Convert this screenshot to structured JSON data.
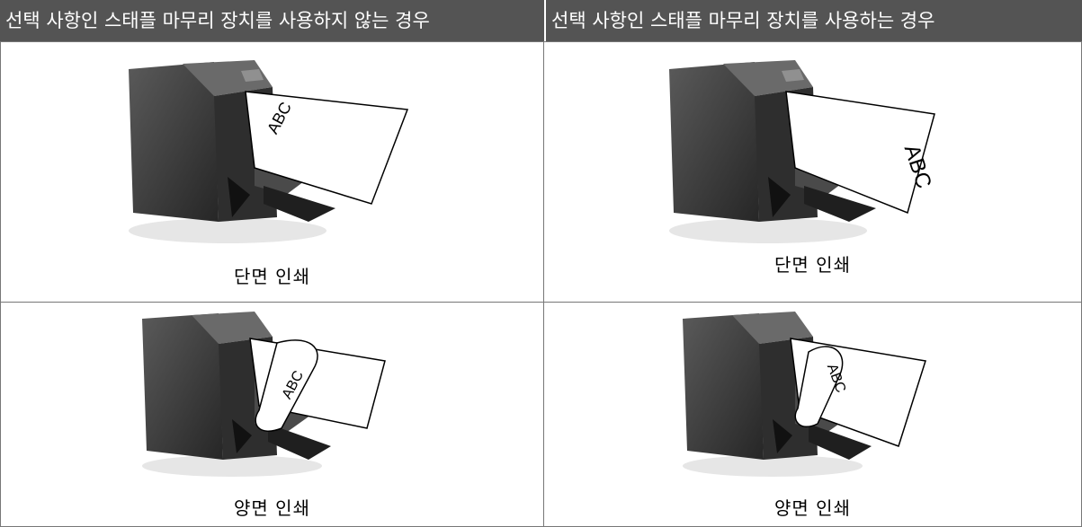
{
  "header": {
    "left": "선택 사항인 스태플 마무리 장치를 사용하지 않는 경우",
    "right": "선택 사항인 스태플 마무리 장치를 사용하는 경우"
  },
  "rows": [
    {
      "left_caption": "단면 인쇄",
      "right_caption": "단면 인쇄"
    },
    {
      "left_caption": "양면 인쇄",
      "right_caption": "양면 인쇄"
    }
  ],
  "paper_text": "ABC",
  "colors": {
    "header_bg": "#545454",
    "header_text": "#ffffff",
    "printer_body": "#3a3a3a"
  }
}
